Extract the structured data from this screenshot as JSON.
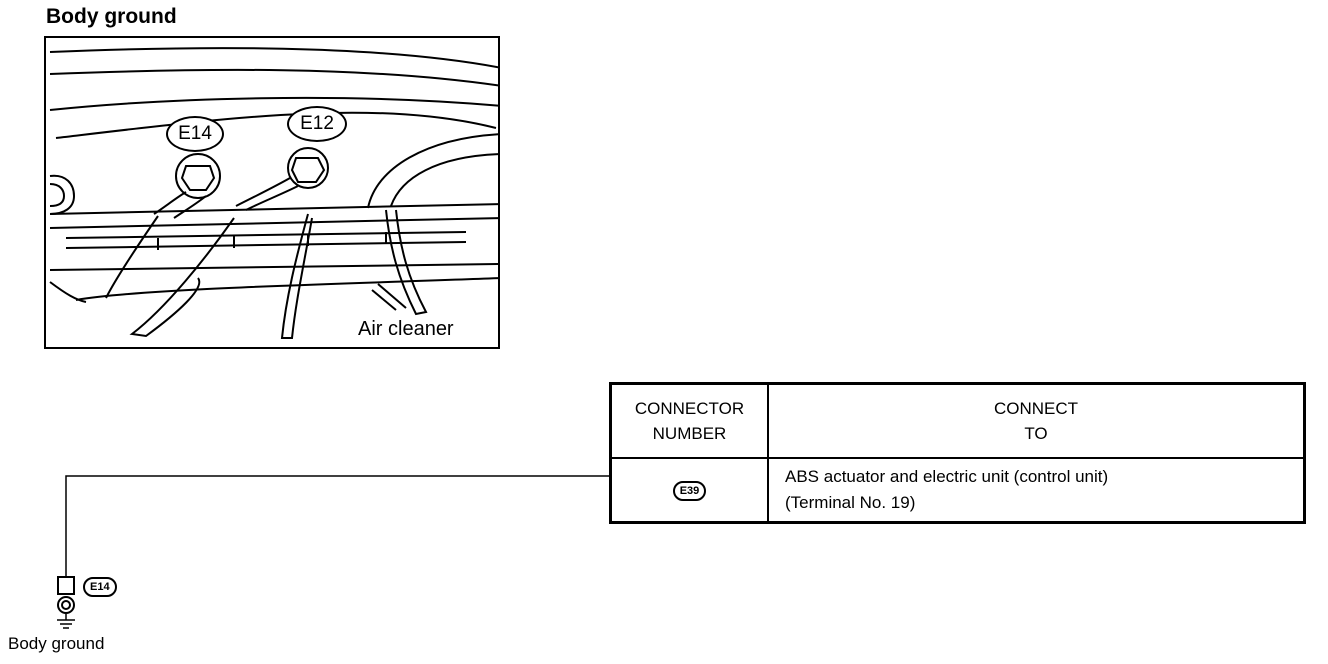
{
  "title": "Body ground",
  "illustration": {
    "callout_e14": "E14",
    "callout_e12": "E12",
    "label_air_cleaner": "Air cleaner"
  },
  "table": {
    "header_number": "CONNECTOR NUMBER",
    "header_to": "CONNECT TO",
    "rows": [
      {
        "connector": "E39",
        "connect_to_line1": "ABS actuator and electric unit (control unit)",
        "connect_to_line2": "(Terminal No. 19)"
      }
    ]
  },
  "ground_symbol": {
    "connector": "E14",
    "label": "Body ground"
  }
}
